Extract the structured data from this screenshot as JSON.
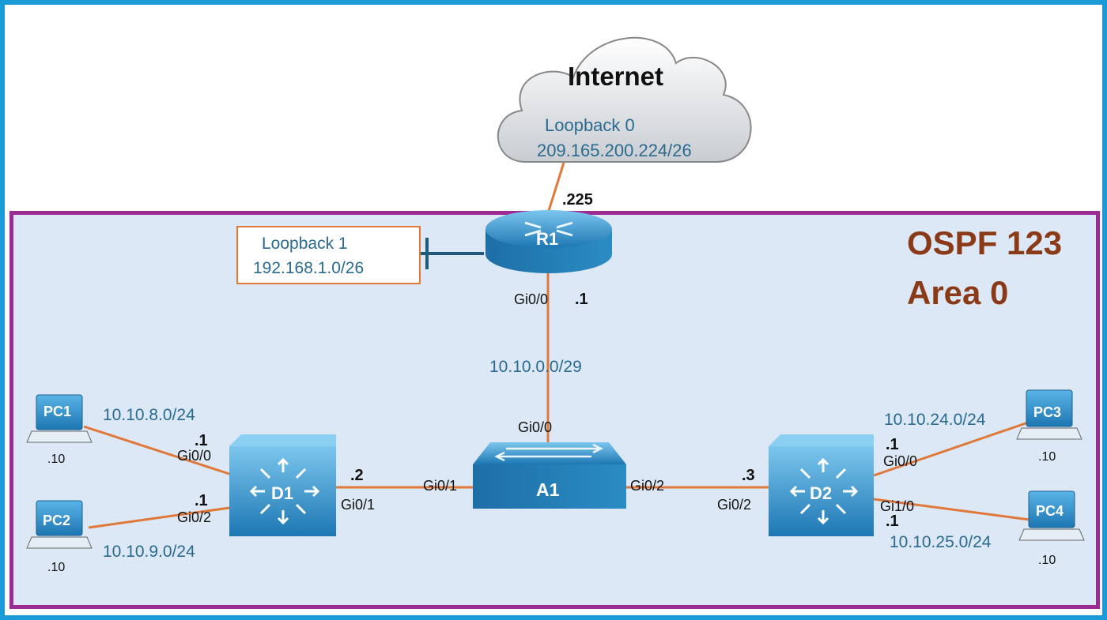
{
  "internet": {
    "label": "Internet",
    "loopback_name": "Loopback 0",
    "loopback_net": "209.165.200.224/26"
  },
  "ospf": {
    "title": "OSPF 123",
    "area": "Area 0"
  },
  "r1": {
    "name": "R1",
    "upstream_ip": ".225",
    "loopback1_name": "Loopback 1",
    "loopback1_net": "192.168.1.0/26",
    "port": "Gi0/0",
    "ip": ".1"
  },
  "link_r1_a1": {
    "network": "10.10.0.0/29"
  },
  "a1": {
    "name": "A1",
    "port_up": "Gi0/0",
    "port_left": "Gi0/1",
    "port_right": "Gi0/2"
  },
  "d1": {
    "name": "D1",
    "uplink_ip": ".2",
    "uplink_port": "Gi0/1",
    "pc1_ip": ".1",
    "pc1_port": "Gi0/0",
    "pc2_ip": ".1",
    "pc2_port": "Gi0/2"
  },
  "d2": {
    "name": "D2",
    "uplink_ip": ".3",
    "uplink_port": "Gi0/2",
    "pc3_ip": ".1",
    "pc3_port": "Gi0/0",
    "pc4_ip": ".1",
    "pc4_port": "Gi1/0"
  },
  "pcs": {
    "pc1": {
      "name": "PC1",
      "host": ".10",
      "network": "10.10.8.0/24"
    },
    "pc2": {
      "name": "PC2",
      "host": ".10",
      "network": "10.10.9.0/24"
    },
    "pc3": {
      "name": "PC3",
      "host": ".10",
      "network": "10.10.24.0/24"
    },
    "pc4": {
      "name": "PC4",
      "host": ".10",
      "network": "10.10.25.0/24"
    }
  },
  "colors": {
    "frame": "#1a9ad6",
    "area_border": "#9b2d92",
    "area_fill": "#dce8f5",
    "link": "#e0783a",
    "label_blue": "#2a6a8e",
    "ospf_text": "#8a3a17",
    "device_blue": "#2b8cc4"
  }
}
